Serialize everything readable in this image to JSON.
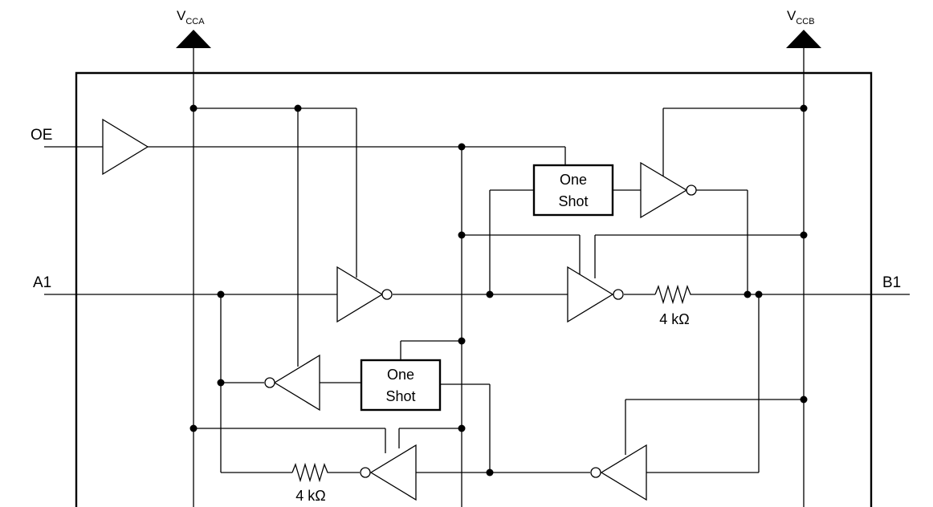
{
  "supplies": {
    "a": {
      "letter": "V",
      "sub": "CCA"
    },
    "b": {
      "letter": "V",
      "sub": "CCB"
    }
  },
  "ports": {
    "oe": "OE",
    "a1": "A1",
    "b1": "B1"
  },
  "one_shot_top": {
    "line1": "One",
    "line2": "Shot"
  },
  "one_shot_bottom": {
    "line1": "One",
    "line2": "Shot"
  },
  "resistor_b": "4 kΩ",
  "resistor_a": "4 kΩ"
}
